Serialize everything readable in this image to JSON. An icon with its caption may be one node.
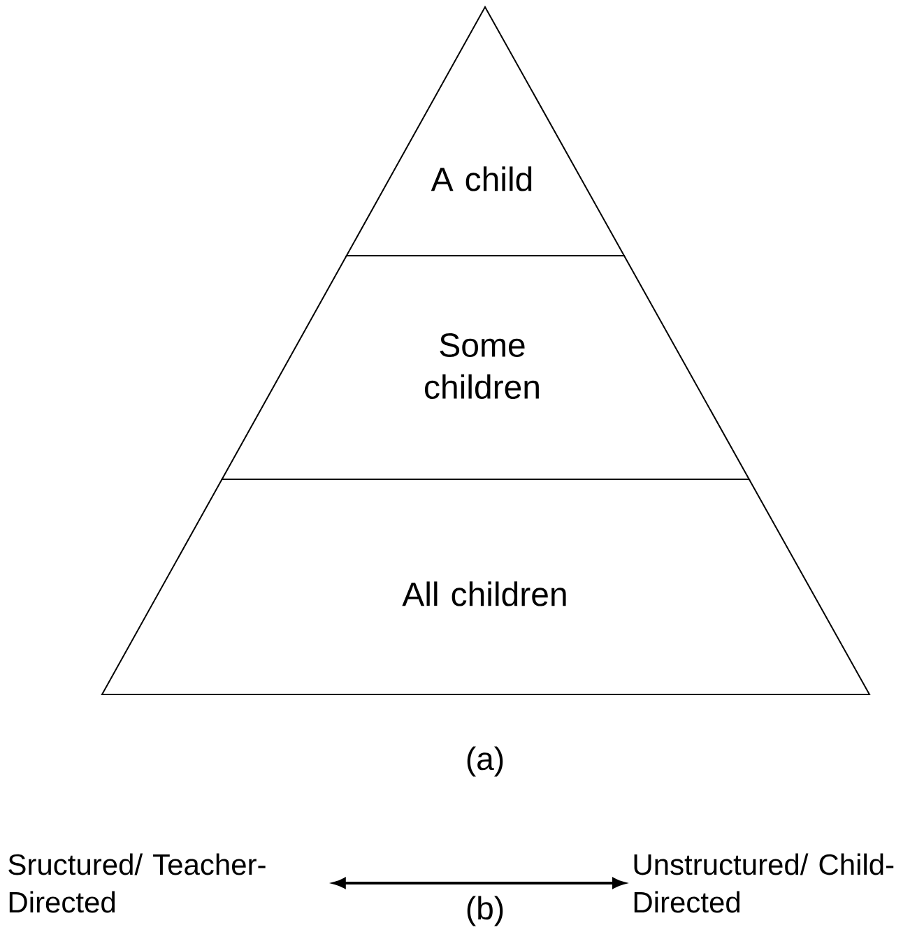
{
  "diagram": {
    "nodes": [
      {
        "text": [
          "A child"
        ]
      },
      {
        "text": [
          "Some children"
        ]
      },
      {
        "text": [
          "All children"
        ]
      },
      {
        "text": [
          "Sructured/ Teacher-Directed"
        ]
      },
      {
        "text": [
          "Unstructured/ Child-Directed"
        ]
      }
    ],
    "edges": [
      {
        "from": 3,
        "to": 4,
        "arrow": "both"
      }
    ],
    "labels": [
      "(a)",
      "(b)"
    ]
  }
}
